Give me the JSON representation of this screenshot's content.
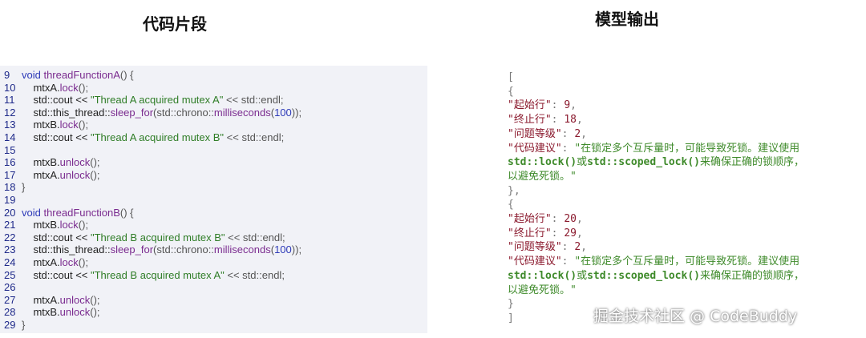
{
  "headings": {
    "left": "代码片段",
    "right": "模型输出"
  },
  "code": {
    "lines": [
      {
        "n": "9",
        "t": [
          [
            "kw",
            "void "
          ],
          [
            "fn",
            "threadFunctionA"
          ],
          [
            "p",
            "() {"
          ]
        ]
      },
      {
        "n": "10",
        "t": [
          [
            "",
            "    mtxA."
          ],
          [
            "fn",
            "lock"
          ],
          [
            "p",
            "();"
          ]
        ]
      },
      {
        "n": "11",
        "t": [
          [
            "",
            "    std::cout << "
          ],
          [
            "str",
            "\"Thread A acquired mutex A\""
          ],
          [
            "",
            ""
          ],
          [
            "p",
            " << std::endl;"
          ]
        ]
      },
      {
        "n": "12",
        "t": [
          [
            "",
            "    std::this_thread::"
          ],
          [
            "fn",
            "sleep_for"
          ],
          [
            "p",
            "(std::chrono::"
          ],
          [
            "fn",
            "milliseconds"
          ],
          [
            "p",
            "("
          ],
          [
            "num",
            "100"
          ],
          [
            "p",
            "));"
          ]
        ]
      },
      {
        "n": "13",
        "t": [
          [
            "",
            "    mtxB."
          ],
          [
            "fn",
            "lock"
          ],
          [
            "p",
            "();"
          ]
        ]
      },
      {
        "n": "14",
        "t": [
          [
            "",
            "    std::cout << "
          ],
          [
            "str",
            "\"Thread A acquired mutex B\""
          ],
          [
            "p",
            " << std::endl;"
          ]
        ]
      },
      {
        "n": "15",
        "t": []
      },
      {
        "n": "16",
        "t": [
          [
            "",
            "    mtxB."
          ],
          [
            "fn",
            "unlock"
          ],
          [
            "p",
            "();"
          ]
        ]
      },
      {
        "n": "17",
        "t": [
          [
            "",
            "    mtxA."
          ],
          [
            "fn",
            "unlock"
          ],
          [
            "p",
            "();"
          ]
        ]
      },
      {
        "n": "18",
        "t": [
          [
            "p",
            "}"
          ]
        ]
      },
      {
        "n": "19",
        "t": []
      },
      {
        "n": "20",
        "t": [
          [
            "kw",
            "void "
          ],
          [
            "fn",
            "threadFunctionB"
          ],
          [
            "p",
            "() {"
          ]
        ]
      },
      {
        "n": "21",
        "t": [
          [
            "",
            "    mtxB."
          ],
          [
            "fn",
            "lock"
          ],
          [
            "p",
            "();"
          ]
        ]
      },
      {
        "n": "22",
        "t": [
          [
            "",
            "    std::cout << "
          ],
          [
            "str",
            "\"Thread B acquired mutex B\""
          ],
          [
            "p",
            " << std::endl;"
          ]
        ]
      },
      {
        "n": "23",
        "t": [
          [
            "",
            "    std::this_thread::"
          ],
          [
            "fn",
            "sleep_for"
          ],
          [
            "p",
            "(std::chrono::"
          ],
          [
            "fn",
            "milliseconds"
          ],
          [
            "p",
            "("
          ],
          [
            "num",
            "100"
          ],
          [
            "p",
            "));"
          ]
        ]
      },
      {
        "n": "24",
        "t": [
          [
            "",
            "    mtxA."
          ],
          [
            "fn",
            "lock"
          ],
          [
            "p",
            "();"
          ]
        ]
      },
      {
        "n": "25",
        "t": [
          [
            "",
            "    std::cout << "
          ],
          [
            "str",
            "\"Thread B acquired mutex A\""
          ],
          [
            "p",
            " << std::endl;"
          ]
        ]
      },
      {
        "n": "26",
        "t": []
      },
      {
        "n": "27",
        "t": [
          [
            "",
            "    mtxA."
          ],
          [
            "fn",
            "unlock"
          ],
          [
            "p",
            "();"
          ]
        ]
      },
      {
        "n": "28",
        "t": [
          [
            "",
            "    mtxB."
          ],
          [
            "fn",
            "unlock"
          ],
          [
            "p",
            "();"
          ]
        ]
      },
      {
        "n": "29",
        "t": [
          [
            "p",
            "}"
          ]
        ]
      }
    ]
  },
  "output": {
    "lines": [
      [
        [
          "jp",
          "["
        ]
      ],
      [
        [
          "jp",
          "{"
        ]
      ],
      [
        [
          "jk",
          "\"起始行\""
        ],
        [
          "jp",
          ": "
        ],
        [
          "jn",
          "9"
        ],
        [
          "jp",
          ","
        ]
      ],
      [
        [
          "jk",
          "\"终止行\""
        ],
        [
          "jp",
          ": "
        ],
        [
          "jn",
          "18"
        ],
        [
          "jp",
          ","
        ]
      ],
      [
        [
          "jk",
          "\"问题等级\""
        ],
        [
          "jp",
          ": "
        ],
        [
          "jn",
          "2"
        ],
        [
          "jp",
          ","
        ]
      ],
      [
        [
          "jk",
          "\"代码建议\""
        ],
        [
          "jp",
          ": "
        ],
        [
          "js",
          "\"在锁定多个互斥量时，可能导致死锁。建议使用"
        ]
      ],
      [
        [
          "jcode",
          "std::lock()"
        ],
        [
          "js",
          "或"
        ],
        [
          "jcode",
          "std::scoped_lock()"
        ],
        [
          "js",
          "来确保正确的锁顺序，"
        ]
      ],
      [
        [
          "js",
          "以避免死锁。\""
        ]
      ],
      [
        [
          "jp",
          "},"
        ]
      ],
      [
        [
          "jp",
          "{"
        ]
      ],
      [
        [
          "jk",
          "\"起始行\""
        ],
        [
          "jp",
          ": "
        ],
        [
          "jn",
          "20"
        ],
        [
          "jp",
          ","
        ]
      ],
      [
        [
          "jk",
          "\"终止行\""
        ],
        [
          "jp",
          ": "
        ],
        [
          "jn",
          "29"
        ],
        [
          "jp",
          ","
        ]
      ],
      [
        [
          "jk",
          "\"问题等级\""
        ],
        [
          "jp",
          ": "
        ],
        [
          "jn",
          "2"
        ],
        [
          "jp",
          ","
        ]
      ],
      [
        [
          "jk",
          "\"代码建议\""
        ],
        [
          "jp",
          ": "
        ],
        [
          "js",
          "\"在锁定多个互斥量时，可能导致死锁。建议使用"
        ]
      ],
      [
        [
          "jcode",
          "std::lock()"
        ],
        [
          "js",
          "或"
        ],
        [
          "jcode",
          "std::scoped_lock()"
        ],
        [
          "js",
          "来确保正确的锁顺序，"
        ]
      ],
      [
        [
          "js",
          "以避免死锁。\""
        ]
      ],
      [
        [
          "jp",
          "}"
        ]
      ],
      [
        [
          "jp",
          "]"
        ]
      ]
    ]
  },
  "watermark": "掘金技术社区 @ CodeBuddy"
}
